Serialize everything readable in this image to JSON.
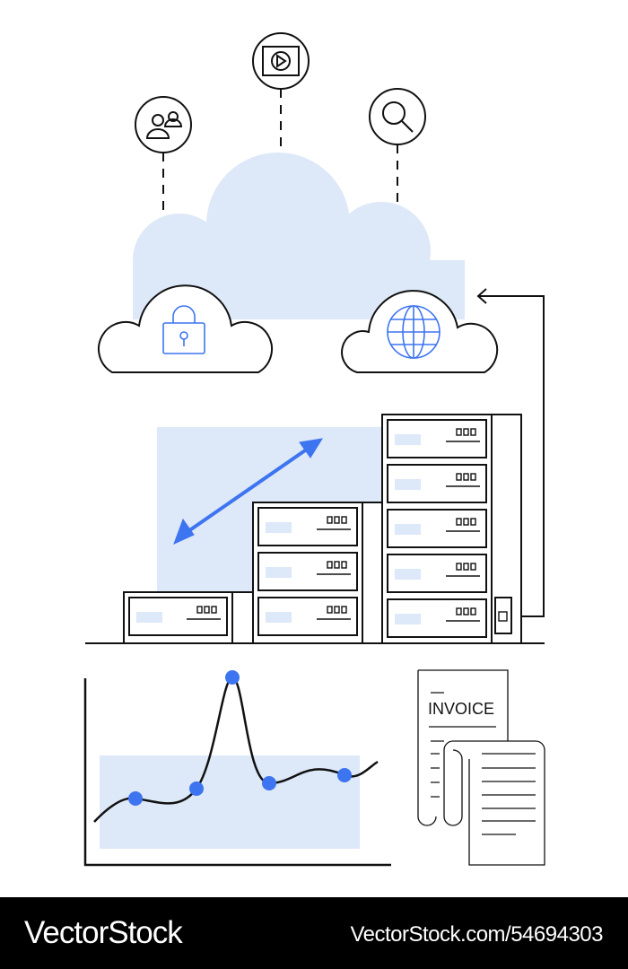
{
  "illustration": {
    "invoice_title": "INVOICE",
    "icons": [
      "users-icon",
      "video-play-icon",
      "search-icon",
      "lock-icon",
      "globe-icon"
    ],
    "colors": {
      "light_blue": "#dde8f8",
      "accent": "#3d74f0",
      "stroke": "#111111"
    }
  },
  "footer": {
    "brand": "VectorStock",
    "stock_id": "VectorStock.com/54694303"
  }
}
